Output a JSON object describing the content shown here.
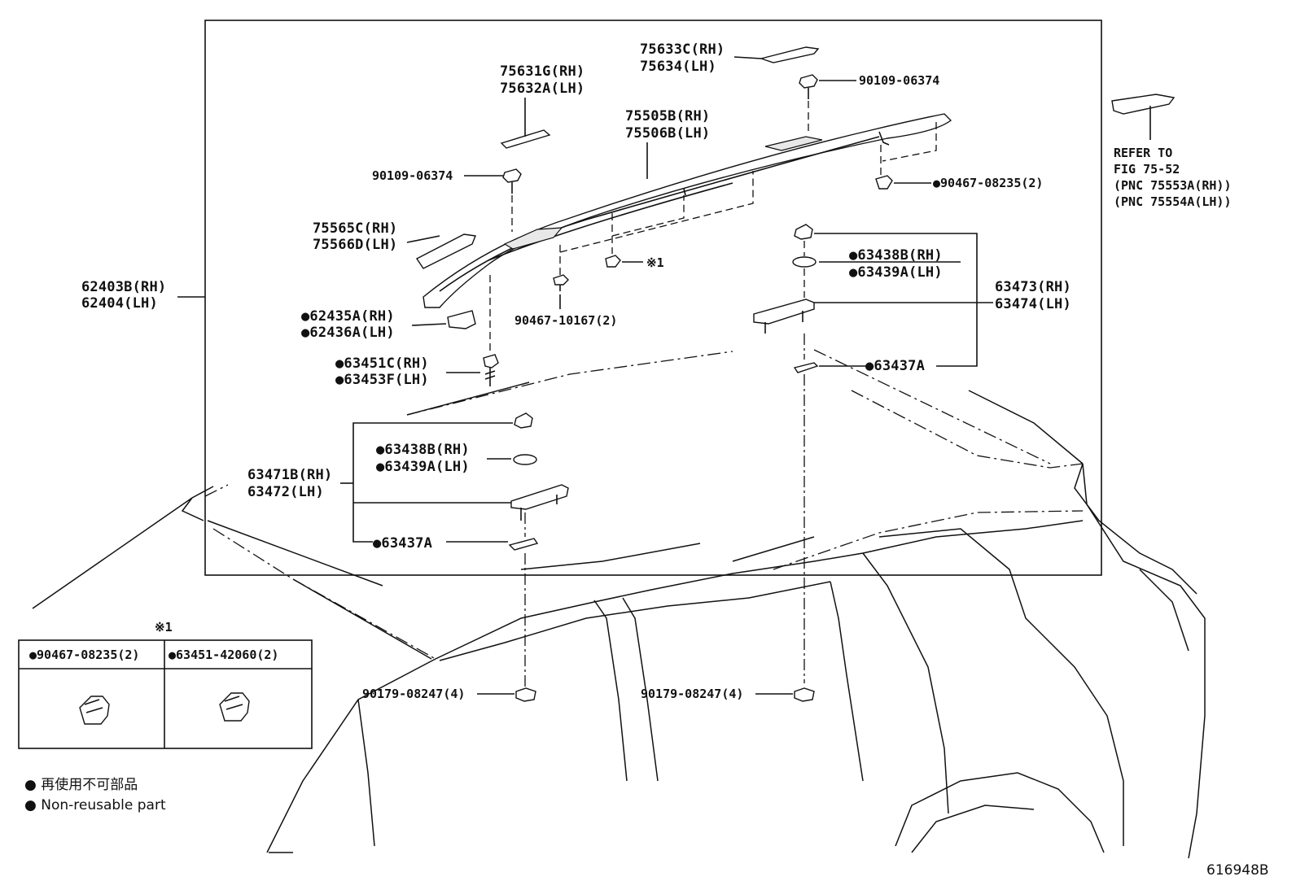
{
  "labels": {
    "p75633": "75633C(RH)",
    "p75634": "75634(LH)",
    "p90109_top": "90109-06374",
    "p75631": "75631G(RH)",
    "p75632": "75632A(LH)",
    "p75505": "75505B(RH)",
    "p75506": "75506B(LH)",
    "p90109_left": "90109-06374",
    "p90467_08235": "●90467-08235(2)",
    "p75565": "75565C(RH)",
    "p75566": "75566D(LH)",
    "ref1": "※1",
    "p62403": "62403B(RH)",
    "p62404": "62404(LH)",
    "p63438_r": "●63438B(RH)",
    "p63439_r": "●63439A(LH)",
    "p63473": "63473(RH)",
    "p63474": "63474(LH)",
    "p90467_10167": "90467-10167(2)",
    "p62435": "●62435A(RH)",
    "p62436": "●62436A(LH)",
    "p63451": "●63451C(RH)",
    "p63453": "●63453F(LH)",
    "p63437_r": "●63437A",
    "p63438_l": "●63438B(RH)",
    "p63439_l": "●63439A(LH)",
    "p63471": "63471B(RH)",
    "p63472": "63472(LH)",
    "p63437_l": "●63437A",
    "p90179_l": "90179-08247(4)",
    "p90179_r": "90179-08247(4)"
  },
  "refer": {
    "line1": "REFER TO",
    "line2": "FIG 75-52",
    "line3": "(PNC 75553A(RH))",
    "line4": "(PNC 75554A(LH))"
  },
  "inset": {
    "mark": "※1",
    "col1": "●90467-08235(2)",
    "col2": "●63451-42060(2)"
  },
  "legend": {
    "jp": "● 再使用不可部品",
    "en": "● Non-reusable part"
  },
  "figure_id": "616948B"
}
